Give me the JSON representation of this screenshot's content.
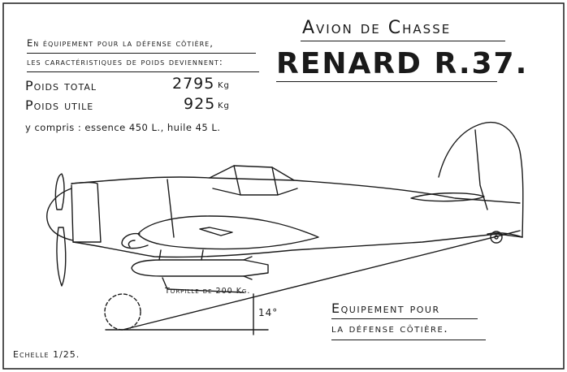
{
  "title": {
    "line1": "Avion de Chasse",
    "line2": "RENARD R.37."
  },
  "intro": {
    "line1": "En équipement pour la défense côtière,",
    "line2": "les caractéristiques de poids deviennent:"
  },
  "weights": {
    "total": {
      "label": "Poids total",
      "value": "2795",
      "unit": "Kg"
    },
    "useful": {
      "label": "Poids utile",
      "value": "925",
      "unit": "Kg"
    }
  },
  "includes": "y compris : essence 450 L., huile 45 L.",
  "torpedo_label": "Torpille de 200 Kg.",
  "angle_label": "14°",
  "equipment": {
    "line1": "Equipement pour",
    "line2": "la défense côtière."
  },
  "scale": "Echelle 1/25."
}
